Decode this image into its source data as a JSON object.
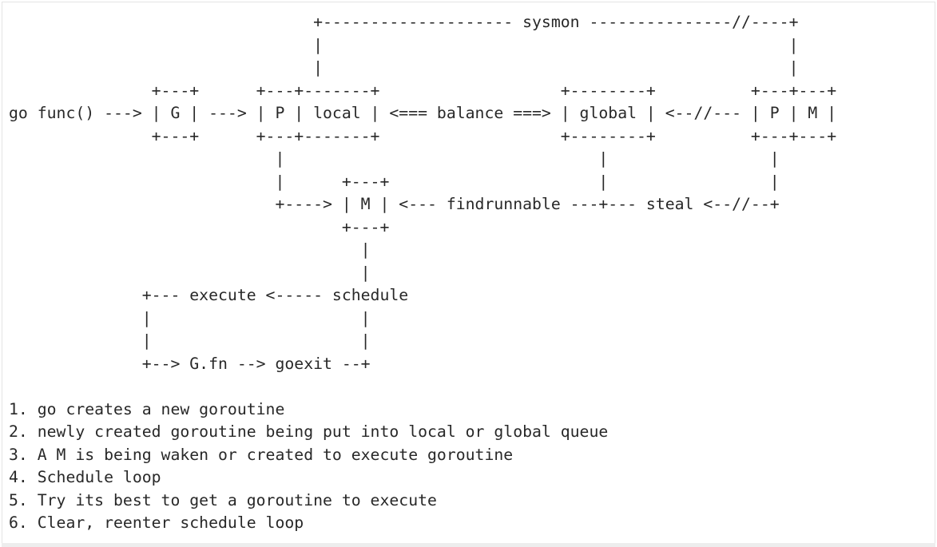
{
  "diagram": {
    "ascii_lines": [
      "                                +-------------------- sysmon ---------------//----+",
      "                                |                                                 |",
      "                                |                                                 |",
      "               +---+      +---+-------+                   +--------+          +---+---+",
      "go func() ---> | G | ---> | P | local | <=== balance ===> | global | <--//--- | P | M |",
      "               +---+      +---+-------+                   +--------+          +---+---+",
      "                            |                                 |                 |",
      "                            |      +---+                      |                 |",
      "                            +----> | M | <--- findrunnable ---+--- steal <--//--+",
      "                                   +---+",
      "                                     |",
      "                                     |",
      "              +--- execute <----- schedule",
      "              |                      |",
      "              |                      |",
      "              +--> G.fn --> goexit --+"
    ]
  },
  "notes": {
    "items": [
      "1. go creates a new goroutine",
      "2. newly created goroutine being put into local or global queue",
      "3. A M is being waken or created to execute goroutine",
      "4. Schedule loop",
      "5. Try its best to get a goroutine to execute",
      "6. Clear, reenter schedule loop"
    ]
  },
  "colors": {
    "text": "#282828",
    "background": "#ffffff",
    "border": "#e4e4e4",
    "bottom_strip": "#ededed"
  }
}
